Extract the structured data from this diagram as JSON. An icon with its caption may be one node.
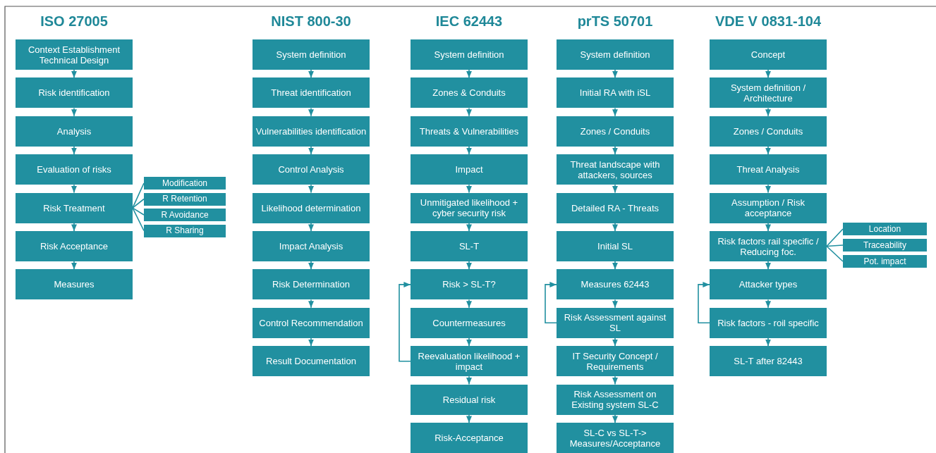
{
  "diagram": {
    "nodes": [
      {
        "text": [
          "Context Establishment Technical Design"
        ]
      },
      {
        "text": [
          "Risk identification"
        ]
      },
      {
        "text": [
          "Analysis"
        ]
      },
      {
        "text": [
          "Evaluation of risks"
        ]
      },
      {
        "text": [
          "Risk Treatment"
        ]
      },
      {
        "text": [
          "Risk Acceptance"
        ]
      },
      {
        "text": [
          "Measures"
        ]
      },
      {
        "text": [
          "Modification"
        ]
      },
      {
        "text": [
          "R Retention"
        ]
      },
      {
        "text": [
          "R Avoidance"
        ]
      },
      {
        "text": [
          "R Sharing"
        ]
      },
      {
        "text": [
          "System definition"
        ]
      },
      {
        "text": [
          "Threat identification"
        ]
      },
      {
        "text": [
          "Vulnerabilities identification"
        ]
      },
      {
        "text": [
          "Control Analysis"
        ]
      },
      {
        "text": [
          "Likelihood determination"
        ]
      },
      {
        "text": [
          "Impact Analysis"
        ]
      },
      {
        "text": [
          "Risk Determination"
        ]
      },
      {
        "text": [
          "Control Recommendation"
        ]
      },
      {
        "text": [
          "Result Documentation"
        ]
      },
      {
        "text": [
          "System definition"
        ]
      },
      {
        "text": [
          "Zones & Conduits"
        ]
      },
      {
        "text": [
          "Threats & Vulnerabilities"
        ]
      },
      {
        "text": [
          "Impact"
        ]
      },
      {
        "text": [
          "Unmitigated likelihood + cyber security risk"
        ]
      },
      {
        "text": [
          "SL-T"
        ]
      },
      {
        "text": [
          "Risk > SL-T?"
        ]
      },
      {
        "text": [
          "Countermeasures"
        ]
      },
      {
        "text": [
          "Reevaluation likelihood + impact"
        ]
      },
      {
        "text": [
          "Residual risk"
        ]
      },
      {
        "text": [
          "Risk-Acceptance"
        ]
      },
      {
        "text": [
          "System definition"
        ]
      },
      {
        "text": [
          "Initial RA with iSL"
        ]
      },
      {
        "text": [
          "Zones / Conduits"
        ]
      },
      {
        "text": [
          "Threat landscape with attackers, sources"
        ]
      },
      {
        "text": [
          "Detailed RA - Threats"
        ]
      },
      {
        "text": [
          "Initial SL"
        ]
      },
      {
        "text": [
          "Measures 62443"
        ]
      },
      {
        "text": [
          "Risk Assessment against SL"
        ]
      },
      {
        "text": [
          "IT Security Concept / Requirements"
        ]
      },
      {
        "text": [
          "Risk Assessment on Existing system SL-C"
        ]
      },
      {
        "text": [
          "SL-C vs SL-T-> Measures/Acceptance"
        ]
      },
      {
        "text": [
          "Concept"
        ]
      },
      {
        "text": [
          "System definition / Architecture"
        ]
      },
      {
        "text": [
          "Zones / Conduits"
        ]
      },
      {
        "text": [
          "Threat Analysis"
        ]
      },
      {
        "text": [
          "Assumption / Risk acceptance"
        ]
      },
      {
        "text": [
          "Risk factors rail specific / Reducing foc."
        ]
      },
      {
        "text": [
          "Attacker types"
        ]
      },
      {
        "text": [
          "Risk factors - roil specific"
        ]
      },
      {
        "text": [
          "SL-T after 82443"
        ]
      },
      {
        "text": [
          "Location"
        ]
      },
      {
        "text": [
          "Traceability"
        ]
      },
      {
        "text": [
          "Pot. impact"
        ]
      }
    ],
    "edges": [
      {
        "from": 0,
        "to": 1,
        "arrow": "to"
      },
      {
        "from": 1,
        "to": 2,
        "arrow": "to"
      },
      {
        "from": 2,
        "to": 3,
        "arrow": "to"
      },
      {
        "from": 3,
        "to": 4,
        "arrow": "to"
      },
      {
        "from": 4,
        "to": 5,
        "arrow": "to"
      },
      {
        "from": 5,
        "to": 6,
        "arrow": "to"
      },
      {
        "from": 4,
        "to": 7,
        "arrow": "none"
      },
      {
        "from": 4,
        "to": 8,
        "arrow": "none"
      },
      {
        "from": 4,
        "to": 9,
        "arrow": "none"
      },
      {
        "from": 4,
        "to": 10,
        "arrow": "none"
      },
      {
        "from": 11,
        "to": 12,
        "arrow": "to"
      },
      {
        "from": 12,
        "to": 13,
        "arrow": "to"
      },
      {
        "from": 13,
        "to": 14,
        "arrow": "to"
      },
      {
        "from": 14,
        "to": 15,
        "arrow": "to"
      },
      {
        "from": 15,
        "to": 16,
        "arrow": "to"
      },
      {
        "from": 16,
        "to": 17,
        "arrow": "to"
      },
      {
        "from": 17,
        "to": 18,
        "arrow": "to"
      },
      {
        "from": 18,
        "to": 19,
        "arrow": "to"
      },
      {
        "from": 20,
        "to": 21,
        "arrow": "to"
      },
      {
        "from": 21,
        "to": 22,
        "arrow": "to"
      },
      {
        "from": 22,
        "to": 23,
        "arrow": "to"
      },
      {
        "from": 23,
        "to": 24,
        "arrow": "to"
      },
      {
        "from": 24,
        "to": 25,
        "arrow": "to"
      },
      {
        "from": 25,
        "to": 26,
        "arrow": "to"
      },
      {
        "from": 26,
        "to": 27,
        "arrow": "to"
      },
      {
        "from": 27,
        "to": 28,
        "arrow": "to"
      },
      {
        "from": 28,
        "to": 29,
        "arrow": "to"
      },
      {
        "from": 29,
        "to": 30,
        "arrow": "to"
      },
      {
        "from": 28,
        "to": 26,
        "arrow": "to"
      },
      {
        "from": 31,
        "to": 32,
        "arrow": "to"
      },
      {
        "from": 32,
        "to": 33,
        "arrow": "to"
      },
      {
        "from": 33,
        "to": 34,
        "arrow": "to"
      },
      {
        "from": 34,
        "to": 35,
        "arrow": "to"
      },
      {
        "from": 35,
        "to": 36,
        "arrow": "to"
      },
      {
        "from": 36,
        "to": 37,
        "arrow": "to"
      },
      {
        "from": 37,
        "to": 38,
        "arrow": "to"
      },
      {
        "from": 38,
        "to": 39,
        "arrow": "to"
      },
      {
        "from": 39,
        "to": 40,
        "arrow": "to"
      },
      {
        "from": 40,
        "to": 41,
        "arrow": "to"
      },
      {
        "from": 38,
        "to": 37,
        "arrow": "to"
      },
      {
        "from": 42,
        "to": 43,
        "arrow": "to"
      },
      {
        "from": 43,
        "to": 44,
        "arrow": "to"
      },
      {
        "from": 44,
        "to": 45,
        "arrow": "to"
      },
      {
        "from": 45,
        "to": 46,
        "arrow": "to"
      },
      {
        "from": 46,
        "to": 47,
        "arrow": "to"
      },
      {
        "from": 47,
        "to": 48,
        "arrow": "to"
      },
      {
        "from": 48,
        "to": 49,
        "arrow": "to"
      },
      {
        "from": 49,
        "to": 50,
        "arrow": "to"
      },
      {
        "from": 49,
        "to": 48,
        "arrow": "to"
      },
      {
        "from": 47,
        "to": 51,
        "arrow": "none"
      },
      {
        "from": 47,
        "to": 52,
        "arrow": "none"
      },
      {
        "from": 47,
        "to": 53,
        "arrow": "none"
      }
    ],
    "labels": [
      "ISO 27005",
      "NIST 800-30",
      "IEC 62443",
      "prTS 50701",
      "VDE V 0831-104"
    ]
  }
}
